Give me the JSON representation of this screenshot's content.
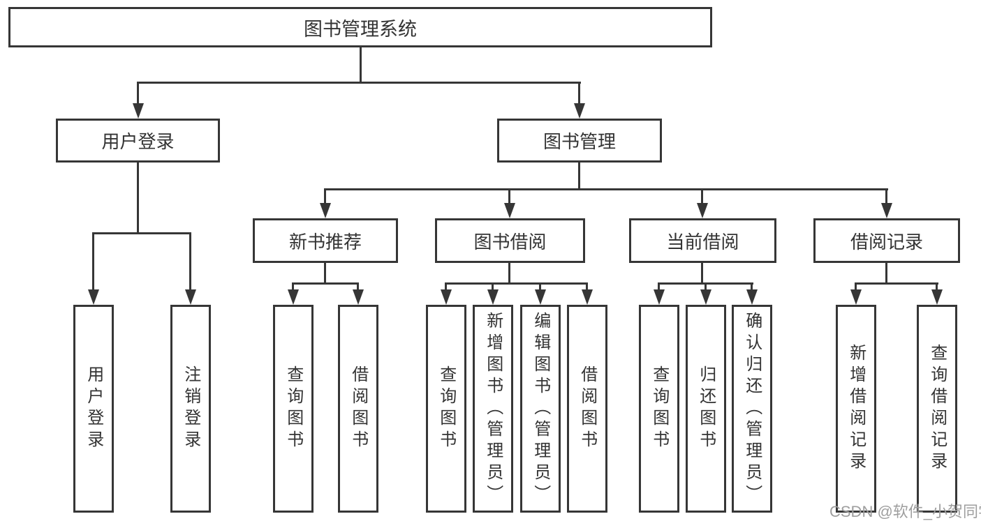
{
  "page": {
    "background_color": "#ffffff",
    "line_color": "#363636",
    "text_color": "#333333",
    "watermark_color": "#9e9e9e"
  },
  "diagram": {
    "root": {
      "label": "图书管理系统"
    },
    "branches": [
      {
        "label": "用户登录",
        "children": [
          {
            "label": "用户登录"
          },
          {
            "label": "注销登录"
          }
        ]
      },
      {
        "label": "图书管理",
        "children": [
          {
            "label": "新书推荐",
            "children": [
              {
                "label": "查询图书"
              },
              {
                "label": "借阅图书"
              }
            ]
          },
          {
            "label": "图书借阅",
            "children": [
              {
                "label": "查询图书"
              },
              {
                "label": "新增图书（管理员）"
              },
              {
                "label": "编辑图书（管理员）"
              },
              {
                "label": "借阅图书"
              }
            ]
          },
          {
            "label": "当前借阅",
            "children": [
              {
                "label": "查询图书"
              },
              {
                "label": "归还图书"
              },
              {
                "label": "确认归还（管理员）"
              }
            ]
          },
          {
            "label": "借阅记录",
            "children": [
              {
                "label": "新增借阅记录"
              },
              {
                "label": "查询借阅记录"
              }
            ]
          }
        ]
      }
    ]
  },
  "watermark": {
    "text": "CSDN @软件_小贺同学"
  }
}
